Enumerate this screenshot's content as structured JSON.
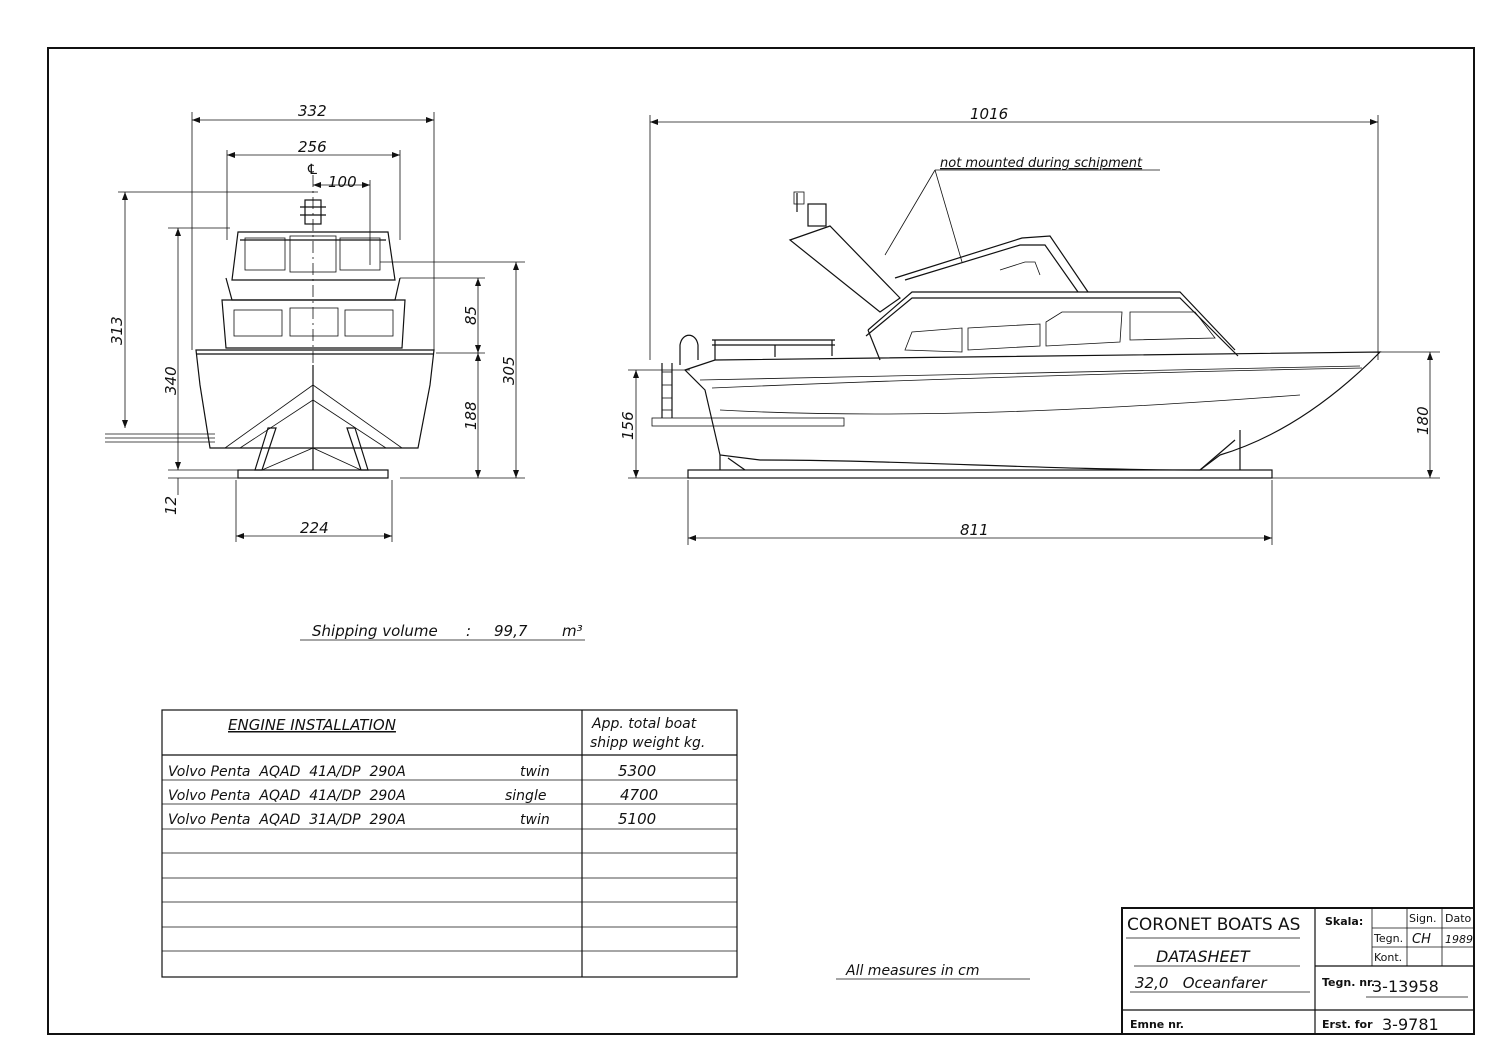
{
  "front_view": {
    "overall_width": "332",
    "deck_width": "256",
    "centerline_symbol": "℄",
    "mast_offset": "100",
    "total_height": "340",
    "height_to_windscreen": "313",
    "cabin_height": "85",
    "hull_height": "188",
    "side_height": "305",
    "cradle_height": "12",
    "cradle_width": "224"
  },
  "side_view": {
    "overall_length": "1016",
    "note": "not mounted during schipment",
    "stern_height": "156",
    "bow_height": "180",
    "cradle_length": "811"
  },
  "shipping": {
    "label": "Shipping volume",
    "separator": ":",
    "value": "99,7",
    "unit": "m³"
  },
  "engine_table": {
    "header_engine": "ENGINE INSTALLATION",
    "header_weight_line1": "App. total boat",
    "header_weight_line2": "shipp weight kg.",
    "rows": [
      {
        "engine": "Volvo Penta  AQAD  41A/DP  290A",
        "config": "twin",
        "weight": "5300"
      },
      {
        "engine": "Volvo Penta  AQAD  41A/DP  290A",
        "config": "single",
        "weight": "4700"
      },
      {
        "engine": "Volvo Penta  AQAD  31A/DP  290A",
        "config": "twin",
        "weight": "5100"
      }
    ]
  },
  "measures_note": "All measures in cm",
  "title_block": {
    "company": "CORONET BOATS AS",
    "doc_type": "DATASHEET",
    "model": "32,0   Oceanfarer",
    "emne_label": "Emne nr.",
    "skala_label": "Skala:",
    "sign_label": "Sign.",
    "dato_label": "Dato",
    "tegn_label": "Tegn.",
    "kont_label": "Kont.",
    "tegn_sign": "CH",
    "tegn_date": "1989",
    "tegn_nr_label": "Tegn. nr.",
    "tegn_nr": "3-13958",
    "erst_label": "Erst. for",
    "erst_value": "3-9781"
  }
}
